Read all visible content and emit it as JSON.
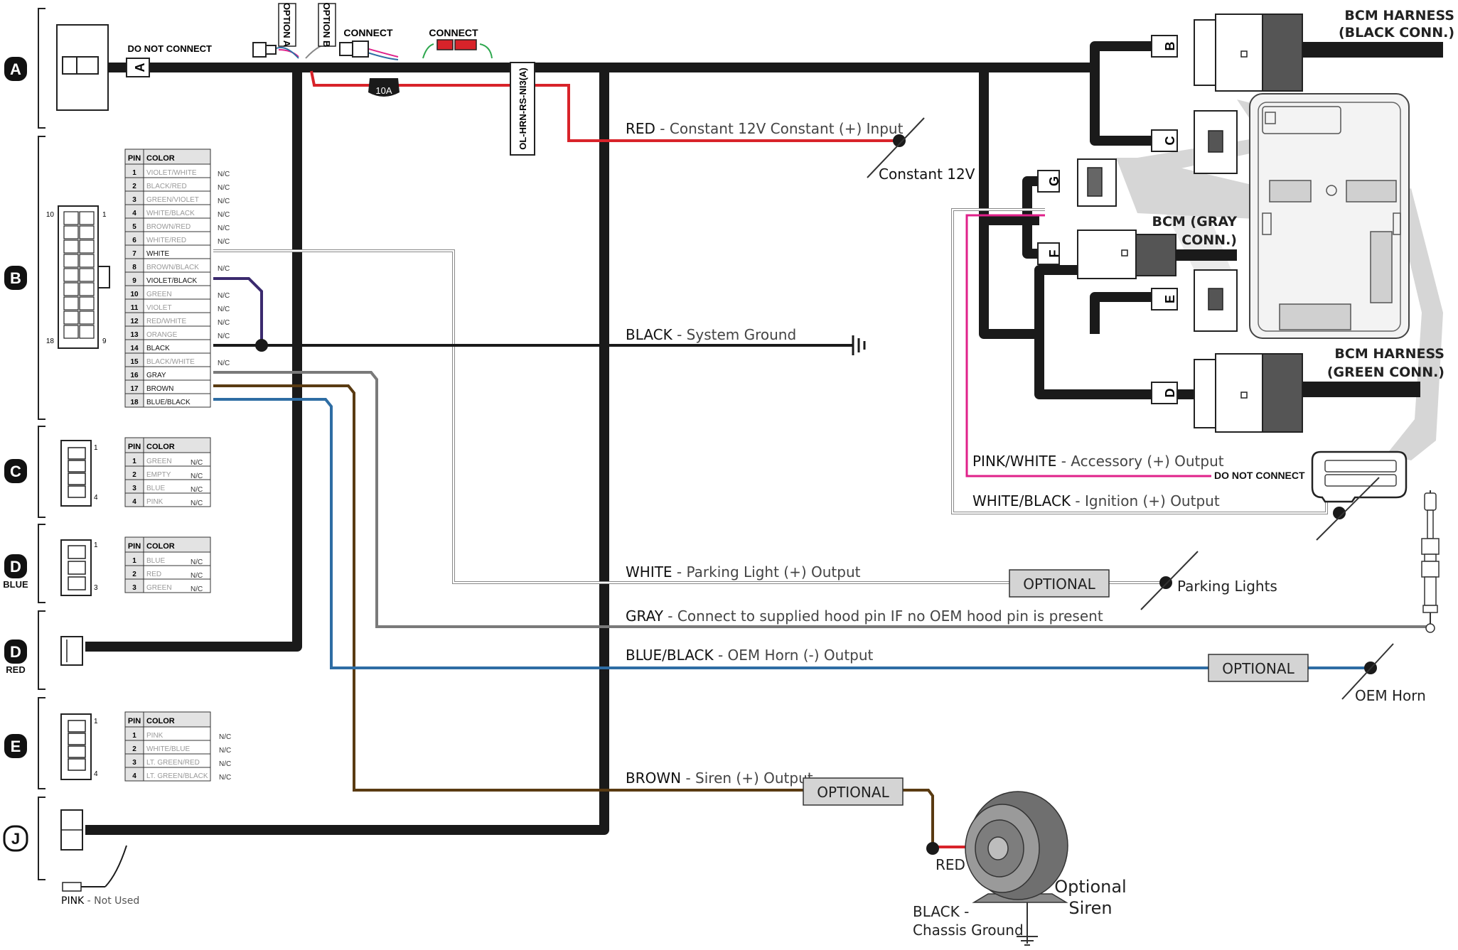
{
  "sections": {
    "A": {
      "letter": "A"
    },
    "B": {
      "letter": "B"
    },
    "C": {
      "letter": "C"
    },
    "D_blue": {
      "letter": "D",
      "sub": "BLUE"
    },
    "D_red": {
      "letter": "D",
      "sub": "RED"
    },
    "E": {
      "letter": "E"
    },
    "J": {
      "letter": "J"
    }
  },
  "connector_tags": {
    "A": "A",
    "B": "B",
    "C": "C",
    "D": "D",
    "E": "E",
    "F": "F",
    "G": "G"
  },
  "top_labels": {
    "do_not_connect": "DO NOT CONNECT",
    "option_a": "OPTION A",
    "option_b": "OPTION B",
    "connect_1": "CONNECT",
    "connect_2": "CONNECT",
    "fuse": "10A",
    "part_number": "OL-HRN-RS-NI3(A)"
  },
  "pin_tables": {
    "B": {
      "header": [
        "PIN",
        "COLOR"
      ],
      "nums": {
        "left": "10",
        "right": "1",
        "left_bottom": "18",
        "right_bottom": "9"
      },
      "rows": [
        {
          "pin": "1",
          "color": "VIOLET/WHITE",
          "nc": "N/C",
          "active": false
        },
        {
          "pin": "2",
          "color": "BLACK/RED",
          "nc": "N/C",
          "active": false
        },
        {
          "pin": "3",
          "color": "GREEN/VIOLET",
          "nc": "N/C",
          "active": false
        },
        {
          "pin": "4",
          "color": "WHITE/BLACK",
          "nc": "N/C",
          "active": false
        },
        {
          "pin": "5",
          "color": "BROWN/RED",
          "nc": "N/C",
          "active": false
        },
        {
          "pin": "6",
          "color": "WHITE/RED",
          "nc": "N/C",
          "active": false
        },
        {
          "pin": "7",
          "color": "WHITE",
          "nc": "",
          "active": true
        },
        {
          "pin": "8",
          "color": "BROWN/BLACK",
          "nc": "N/C",
          "active": false
        },
        {
          "pin": "9",
          "color": "VIOLET/BLACK",
          "nc": "",
          "active": true
        },
        {
          "pin": "10",
          "color": "GREEN",
          "nc": "N/C",
          "active": false
        },
        {
          "pin": "11",
          "color": "VIOLET",
          "nc": "N/C",
          "active": false
        },
        {
          "pin": "12",
          "color": "RED/WHITE",
          "nc": "N/C",
          "active": false
        },
        {
          "pin": "13",
          "color": "ORANGE",
          "nc": "N/C",
          "active": false
        },
        {
          "pin": "14",
          "color": "BLACK",
          "nc": "",
          "active": true
        },
        {
          "pin": "15",
          "color": "BLACK/WHITE",
          "nc": "N/C",
          "active": false
        },
        {
          "pin": "16",
          "color": "GRAY",
          "nc": "",
          "active": true
        },
        {
          "pin": "17",
          "color": "BROWN",
          "nc": "",
          "active": true
        },
        {
          "pin": "18",
          "color": "BLUE/BLACK",
          "nc": "",
          "active": true
        }
      ]
    },
    "C": {
      "header": [
        "PIN",
        "COLOR"
      ],
      "nums": {
        "top": "1",
        "bottom": "4"
      },
      "rows": [
        {
          "pin": "1",
          "color": "GREEN",
          "nc": "N/C"
        },
        {
          "pin": "2",
          "color": "EMPTY",
          "nc": "N/C"
        },
        {
          "pin": "3",
          "color": "BLUE",
          "nc": "N/C"
        },
        {
          "pin": "4",
          "color": "PINK",
          "nc": "N/C"
        }
      ]
    },
    "D": {
      "header": [
        "PIN",
        "COLOR"
      ],
      "nums": {
        "top": "1",
        "bottom": "3"
      },
      "rows": [
        {
          "pin": "1",
          "color": "BLUE",
          "nc": "N/C"
        },
        {
          "pin": "2",
          "color": "RED",
          "nc": "N/C"
        },
        {
          "pin": "3",
          "color": "GREEN",
          "nc": "N/C"
        }
      ]
    },
    "E": {
      "header": [
        "PIN",
        "COLOR"
      ],
      "nums": {
        "top": "1",
        "bottom": "4"
      },
      "rows": [
        {
          "pin": "1",
          "color": "PINK",
          "nc": "N/C"
        },
        {
          "pin": "2",
          "color": "WHITE/BLUE",
          "nc": "N/C"
        },
        {
          "pin": "3",
          "color": "LT. GREEN/RED",
          "nc": "N/C"
        },
        {
          "pin": "4",
          "color": "LT. GREEN/BLACK",
          "nc": "N/C"
        }
      ]
    }
  },
  "wires": {
    "red": {
      "name": "RED",
      "desc": " - Constant 12V Constant (+) Input",
      "color": "#d8232a"
    },
    "black": {
      "name": "BLACK",
      "desc": " - System Ground",
      "color": "#1a1a1a"
    },
    "white": {
      "name": "WHITE",
      "desc": " - Parking Light (+) Output",
      "color": "#bdbdbd"
    },
    "gray": {
      "name": "GRAY",
      "desc": " - Connect to supplied hood pin IF no OEM hood pin is present",
      "color": "#7a7a7a"
    },
    "blue_black": {
      "name": "BLUE/BLACK",
      "desc": " - OEM Horn (-) Output",
      "color": "#2e6da4"
    },
    "brown": {
      "name": "BROWN",
      "desc": " - Siren (+) Output",
      "color": "#5a3b12"
    },
    "pink_white": {
      "name": "PINK/WHITE",
      "desc": " - Accessory (+) Output",
      "color": "#e0218a"
    },
    "white_black": {
      "name": "WHITE/BLACK",
      "desc": " - Ignition (+) Output",
      "color": "#bdbdbd"
    },
    "violet": {
      "color": "#3b2a6e"
    }
  },
  "destinations": {
    "constant_12v": "Constant 12V",
    "parking_lights": "Parking Lights",
    "oem_horn": "OEM Horn",
    "optional_1": "OPTIONAL",
    "optional_2": "OPTIONAL",
    "optional_3": "OPTIONAL",
    "do_not_connect_obd": "DO NOT CONNECT"
  },
  "bcm": {
    "black_conn_1": "BCM HARNESS",
    "black_conn_2": "(BLACK CONN.)",
    "gray_conn_1": "BCM (GRAY",
    "gray_conn_2": "CONN.)",
    "green_conn_1": "BCM HARNESS",
    "green_conn_2": "(GREEN CONN.)"
  },
  "siren": {
    "red": "RED",
    "black_1": "BLACK -",
    "black_2": "Chassis Ground",
    "title_1": "Optional",
    "title_2": "Siren"
  },
  "misc": {
    "pink_name": "PINK",
    "pink_desc": " - Not Used"
  }
}
